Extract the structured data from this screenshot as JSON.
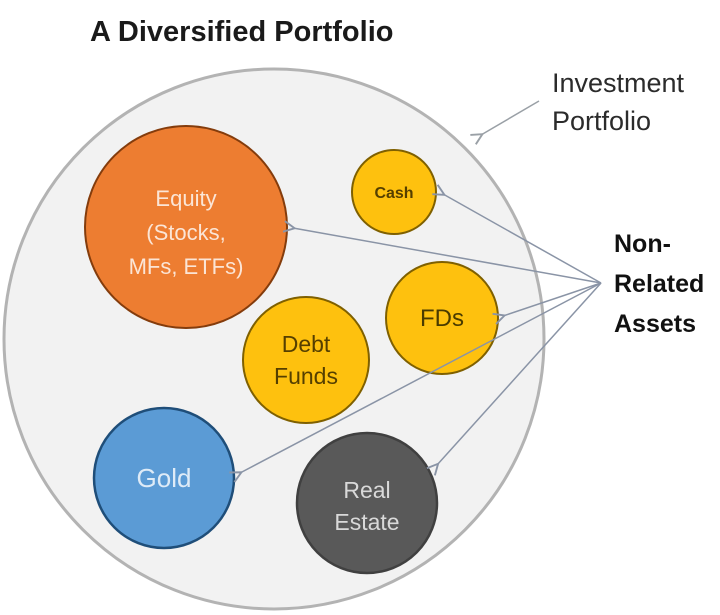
{
  "title": "A Diversified Portfolio",
  "outer": {
    "label_line1": "Investment",
    "label_line2": "Portfolio",
    "fill": "#F2F2F2",
    "stroke": "#B3B3B3"
  },
  "annotation": {
    "line1": "Non-",
    "line2": "Related",
    "line3": "Assets"
  },
  "assets": {
    "equity": {
      "line1": "Equity",
      "line2": "(Stocks,",
      "line3": "MFs, ETFs)",
      "fill": "#ED7D31",
      "stroke": "#843C0C",
      "text_color": "#FBE5D6"
    },
    "cash": {
      "label": "Cash",
      "fill": "#FEC10E",
      "stroke": "#7F6000",
      "text_color": "#553F00"
    },
    "fds": {
      "label": "FDs",
      "fill": "#FEC10E",
      "stroke": "#7F6000",
      "text_color": "#4A3B00"
    },
    "debt_funds": {
      "line1": "Debt",
      "line2": "Funds",
      "fill": "#FEC10E",
      "stroke": "#7F6000",
      "text_color": "#553F00"
    },
    "gold": {
      "label": "Gold",
      "fill": "#5B9BD5",
      "stroke": "#1F4E79",
      "text_color": "#DEEBF7"
    },
    "real_estate": {
      "line1": "Real",
      "line2": "Estate",
      "fill": "#595959",
      "stroke": "#404040",
      "text_color": "#D9D9D9"
    }
  },
  "arrows": {
    "fan_color": "#8A94A6",
    "pointer_color": "#9AA0A6"
  }
}
